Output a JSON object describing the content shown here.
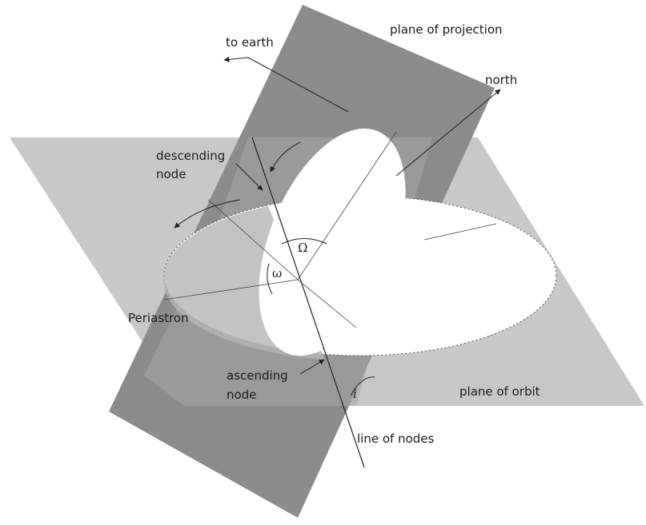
{
  "labels": {
    "to_earth": "to earth",
    "plane_of_projection": "plane of projection",
    "north": "north",
    "descending_node": [
      "descending",
      "node"
    ],
    "omega_big": "Ω",
    "omega_small": "ω",
    "periastron": "Periastron",
    "ascending_node": [
      "ascending",
      "node"
    ],
    "plane_of_orbit": "plane of orbit",
    "inclination": "i",
    "line_of_nodes": "line of nodes"
  },
  "colors": {
    "projection_plane": "#8c8c8c",
    "orbit_plane": "#c8c8c8",
    "overlap": "#a6a6a6",
    "ellipse_fill": "#ffffff",
    "line": "#222222"
  }
}
